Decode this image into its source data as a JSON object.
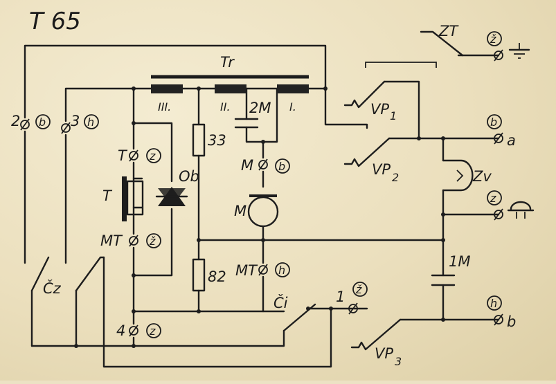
{
  "title": "T 65",
  "transformer": {
    "label": "Tr",
    "windings": [
      "III.",
      "II.",
      "I."
    ]
  },
  "capacitor_2m": "2M",
  "resistor_33": "33",
  "resistor_82": "82",
  "diode_label": "Ob",
  "receiver_label": "T",
  "microphone_label": "M",
  "capacitor_1m": "1M",
  "ringer_label": "Zv",
  "switch_zt": "ZT",
  "switch_vp1": {
    "main": "VP",
    "sub": "1"
  },
  "switch_vp2": {
    "main": "VP",
    "sub": "2"
  },
  "switch_vp3": {
    "main": "VP",
    "sub": "3"
  },
  "switch_cz": "Čz",
  "switch_ci": "Či",
  "terminals": {
    "t2_num": "2",
    "t2_color": "b",
    "t3_num": "3",
    "t3_color": "h",
    "t_prefix": "T",
    "t_color": "z",
    "mt1_prefix": "MT",
    "mt1_color": "ž",
    "m_prefix": "M",
    "m_color": "b",
    "mt2_prefix": "MT",
    "mt2_color": "h",
    "t4_num": "4",
    "t4_color": "z",
    "t1_num": "1",
    "t1_color": "ž",
    "zt_color": "ž",
    "a_label": "a",
    "a_color": "b",
    "b_label": "b",
    "b_color": "h",
    "bell_color": "z"
  }
}
